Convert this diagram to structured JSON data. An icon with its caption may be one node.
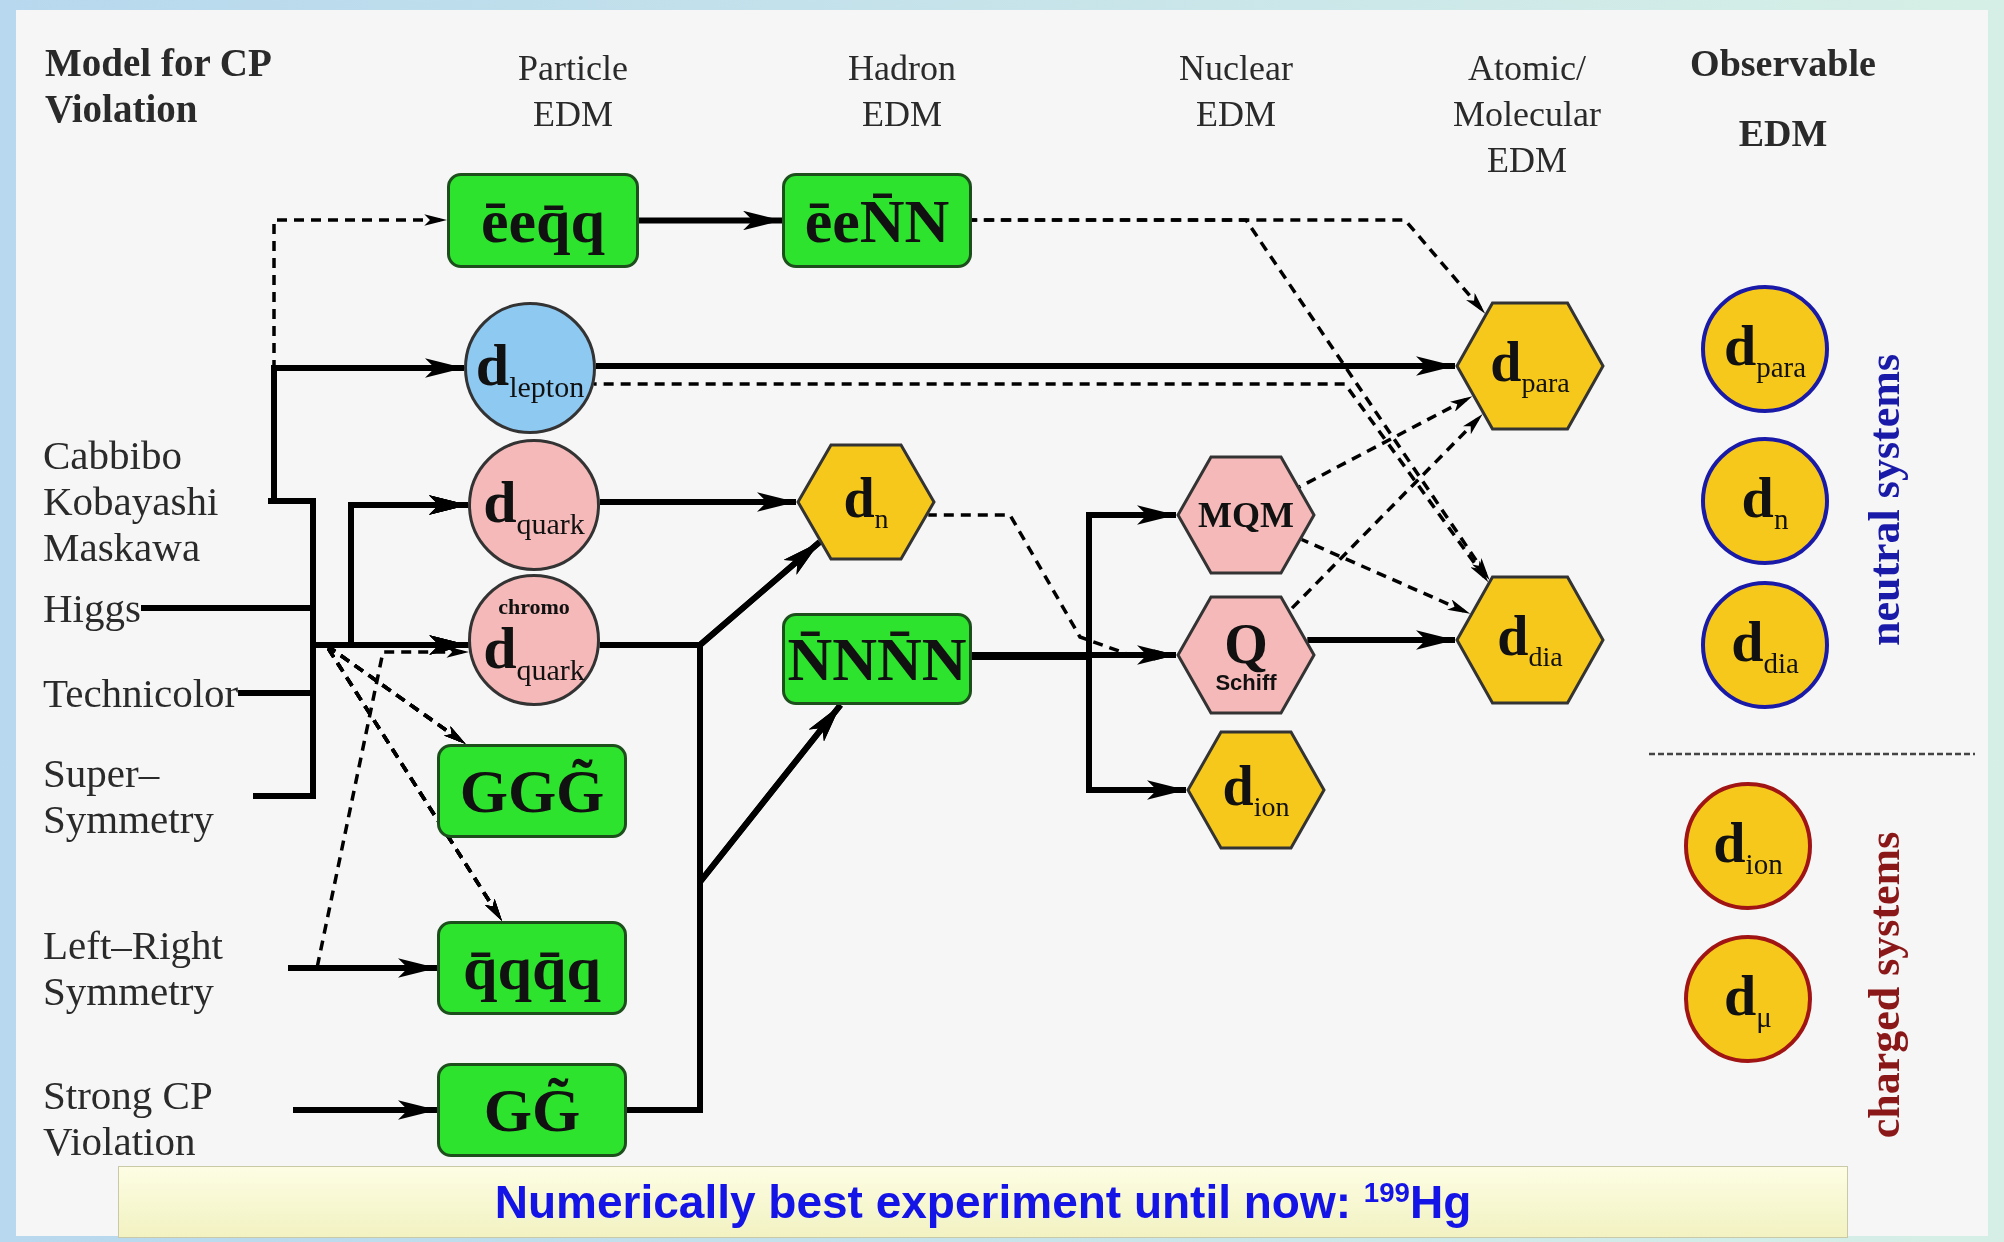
{
  "diagram": {
    "caption": "Numerically best experiment until now: $^{199}$Hg",
    "nodes": [
      {
        "text": [
          "Cabbibo Kobayashi Maskawa"
        ]
      },
      {
        "text": [
          "Higgs"
        ]
      },
      {
        "text": [
          "Technicolor"
        ]
      },
      {
        "text": [
          "Super– Symmetry"
        ]
      },
      {
        "text": [
          "Left–Right Symmetry"
        ]
      },
      {
        "text": [
          "Strong CP Violation"
        ]
      },
      {
        "text": [
          "ēeq̄q"
        ]
      },
      {
        "text": [
          "d$_{lepton}$"
        ]
      },
      {
        "text": [
          "d$_{quark}$"
        ]
      },
      {
        "text": [
          "chromo",
          "d$_{quark}$"
        ]
      },
      {
        "text": [
          "GGG̃"
        ]
      },
      {
        "text": [
          "q̄qq̄q"
        ]
      },
      {
        "text": [
          "GG̃"
        ]
      },
      {
        "text": [
          "ēeN̄N"
        ]
      },
      {
        "text": [
          "d$_{n}$"
        ]
      },
      {
        "text": [
          "N̄NN̄N"
        ]
      },
      {
        "text": [
          "MQM"
        ]
      },
      {
        "text": [
          "Q",
          "Schiff"
        ]
      },
      {
        "text": [
          "d$_{ion}$"
        ]
      },
      {
        "text": [
          "d$_{para}$"
        ]
      },
      {
        "text": [
          "d$_{dia}$"
        ]
      },
      {
        "text": [
          "d$_{para}$"
        ]
      },
      {
        "text": [
          "d$_{n}$"
        ]
      },
      {
        "text": [
          "d$_{dia}$"
        ]
      },
      {
        "text": [
          "d$_{ion}$"
        ]
      },
      {
        "text": [
          "d$_{μ}$"
        ]
      }
    ],
    "edges": [
      {
        "from": 0,
        "to": 7,
        "arrow": "to"
      },
      {
        "from": 0,
        "to": 6,
        "arrow": "to",
        "style": "dashed"
      },
      {
        "from": 0,
        "to": 8,
        "arrow": "to"
      },
      {
        "from": 0,
        "to": 9,
        "arrow": "to"
      },
      {
        "from": 1,
        "to": 8,
        "arrow": "to"
      },
      {
        "from": 1,
        "to": 9,
        "arrow": "to"
      },
      {
        "from": 2,
        "to": 8,
        "arrow": "to"
      },
      {
        "from": 2,
        "to": 9,
        "arrow": "to"
      },
      {
        "from": 3,
        "to": 8,
        "arrow": "to"
      },
      {
        "from": 3,
        "to": 9,
        "arrow": "to"
      },
      {
        "from": 0,
        "to": 10,
        "arrow": "to",
        "style": "dashed"
      },
      {
        "from": 0,
        "to": 11,
        "arrow": "to",
        "style": "dashed"
      },
      {
        "from": 1,
        "to": 10,
        "arrow": "to",
        "style": "dashed"
      },
      {
        "from": 1,
        "to": 11,
        "arrow": "to",
        "style": "dashed"
      },
      {
        "from": 2,
        "to": 10,
        "arrow": "to",
        "style": "dashed"
      },
      {
        "from": 2,
        "to": 11,
        "arrow": "to",
        "style": "dashed"
      },
      {
        "from": 3,
        "to": 10,
        "arrow": "to",
        "style": "dashed"
      },
      {
        "from": 3,
        "to": 11,
        "arrow": "to",
        "style": "dashed"
      },
      {
        "from": 4,
        "to": 11,
        "arrow": "to"
      },
      {
        "from": 4,
        "to": 9,
        "arrow": "to",
        "style": "dashed"
      },
      {
        "from": 5,
        "to": 12,
        "arrow": "to"
      },
      {
        "from": 6,
        "to": 13,
        "arrow": "to"
      },
      {
        "from": 7,
        "to": 19,
        "arrow": "to"
      },
      {
        "from": 7,
        "to": 20,
        "arrow": "to",
        "style": "dashed"
      },
      {
        "from": 8,
        "to": 14,
        "arrow": "to"
      },
      {
        "from": 9,
        "to": 14,
        "arrow": "to"
      },
      {
        "from": 9,
        "to": 15,
        "arrow": "to"
      },
      {
        "from": 12,
        "to": 14,
        "arrow": "to"
      },
      {
        "from": 12,
        "to": 15,
        "arrow": "to"
      },
      {
        "from": 13,
        "to": 19,
        "arrow": "to",
        "style": "dashed"
      },
      {
        "from": 13,
        "to": 20,
        "arrow": "to",
        "style": "dashed"
      },
      {
        "from": 14,
        "to": 17,
        "arrow": "to",
        "style": "dashed"
      },
      {
        "from": 15,
        "to": 17,
        "arrow": "to"
      },
      {
        "from": 15,
        "to": 16,
        "arrow": "to"
      },
      {
        "from": 15,
        "to": 18,
        "arrow": "to"
      },
      {
        "from": 16,
        "to": 19,
        "arrow": "to",
        "style": "dashed"
      },
      {
        "from": 16,
        "to": 20,
        "arrow": "to",
        "style": "dashed"
      },
      {
        "from": 17,
        "to": 19,
        "arrow": "to",
        "style": "dashed"
      },
      {
        "from": 17,
        "to": 20,
        "arrow": "to"
      }
    ],
    "labels": [
      "Model for CP Violation",
      "Particle EDM",
      "Hadron EDM",
      "Nuclear EDM",
      "Atomic/ Molecular EDM",
      "Observable EDM",
      "neutral systems",
      "charged systems"
    ]
  }
}
